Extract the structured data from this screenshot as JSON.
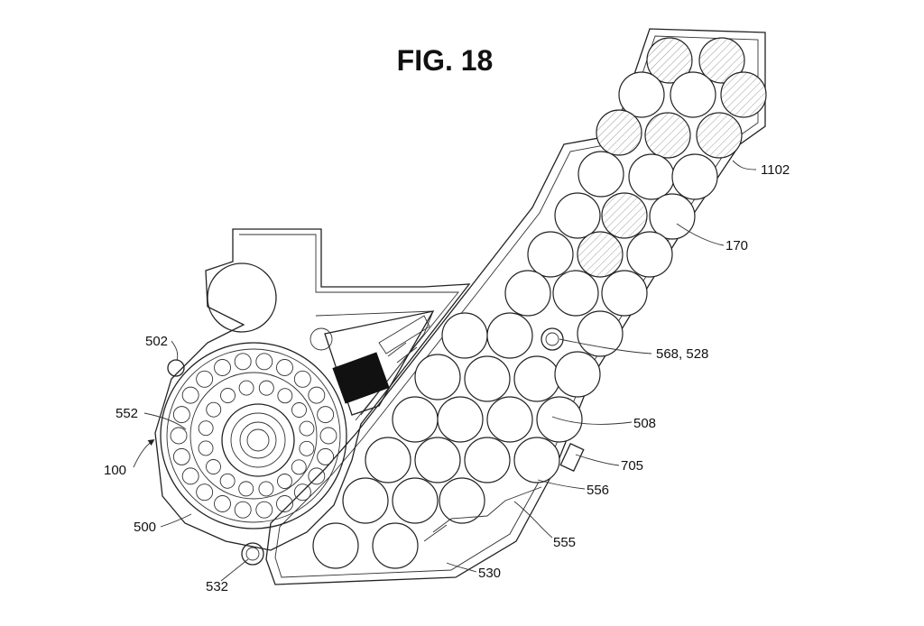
{
  "figure": {
    "title": "FIG. 18"
  },
  "labels": [
    {
      "id": "1102",
      "text": "1102"
    },
    {
      "id": "170",
      "text": "170"
    },
    {
      "id": "568",
      "text": "568, 528"
    },
    {
      "id": "502",
      "text": "502"
    },
    {
      "id": "552",
      "text": "552"
    },
    {
      "id": "100",
      "text": "100"
    },
    {
      "id": "508",
      "text": "508"
    },
    {
      "id": "705",
      "text": "705"
    },
    {
      "id": "556",
      "text": "556"
    },
    {
      "id": "500",
      "text": "500"
    },
    {
      "id": "555",
      "text": "555"
    },
    {
      "id": "530",
      "text": "530"
    },
    {
      "id": "532",
      "text": "532"
    }
  ]
}
